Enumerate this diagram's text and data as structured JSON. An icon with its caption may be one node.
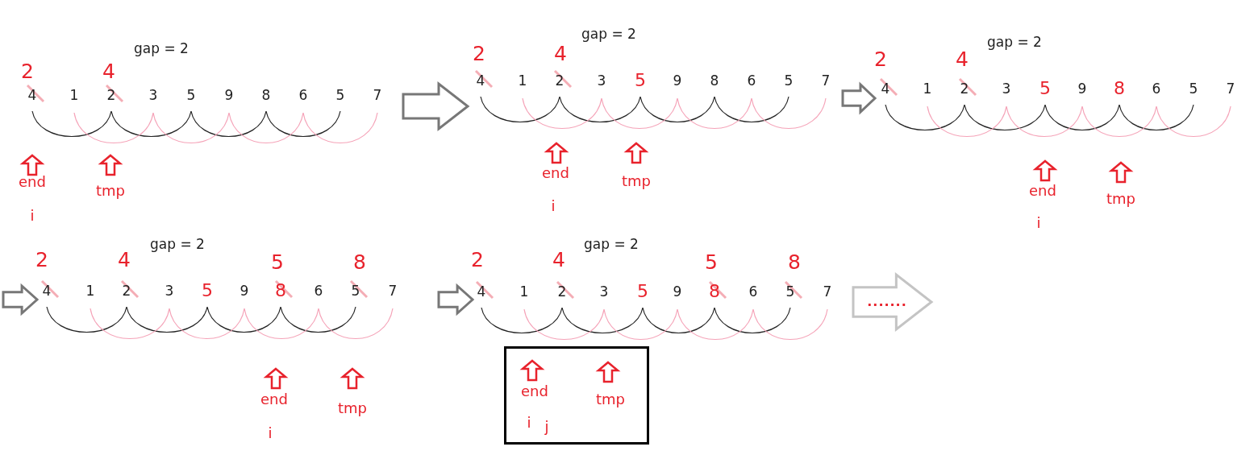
{
  "diagram": {
    "nodes": [
      {
        "text": [
          "end",
          "tmp",
          "i",
          "j"
        ]
      }
    ],
    "labels": [
      "gap = 2",
      "2",
      "4",
      "4",
      "1",
      "2",
      "3",
      "5",
      "9",
      "8",
      "6",
      "5",
      "7",
      "end",
      "tmp",
      "i",
      "gap = 2",
      "2",
      "4",
      "4",
      "1",
      "2",
      "3",
      "5",
      "9",
      "8",
      "6",
      "5",
      "7",
      "end",
      "tmp",
      "i",
      "gap = 2",
      "2",
      "4",
      "4",
      "1",
      "2",
      "3",
      "5",
      "9",
      "8",
      "6",
      "5",
      "7",
      "end",
      "tmp",
      "i",
      "gap = 2",
      "2",
      "4",
      "5",
      "8",
      "4",
      "1",
      "2",
      "3",
      "5",
      "9",
      "8",
      "6",
      "5",
      "7",
      "end",
      "tmp",
      "i",
      "gap = 2",
      "2",
      "4",
      "5",
      "8",
      "4",
      "1",
      "2",
      "3",
      "5",
      "9",
      "8",
      "6",
      "5",
      "7",
      "......."
    ]
  }
}
